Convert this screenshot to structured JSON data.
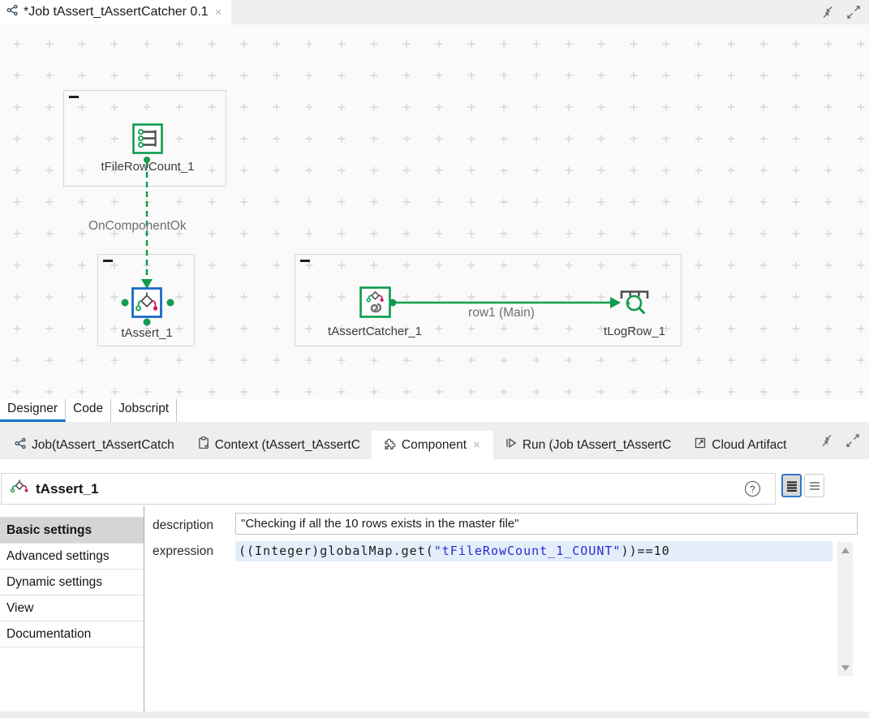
{
  "colors": {
    "talend_green": "#0e9d4e",
    "selection_blue": "#1b69c8",
    "assert_red": "#d4175a",
    "tab_underline_blue": "#1473cc",
    "string_literal_blue": "#2a2ad8"
  },
  "editor_tab": {
    "title": "*Job tAssert_tAssertCatcher 0.1",
    "close_glyph": "×"
  },
  "canvas": {
    "nodes": {
      "tfilerowcount": {
        "label": "tFileRowCount_1"
      },
      "tassert": {
        "label": "tAssert_1"
      },
      "tassertcatcher": {
        "label": "tAssertCatcher_1"
      },
      "tlogrow": {
        "label": "tLogRow_1"
      }
    },
    "links": {
      "oncomponentok": {
        "label": "OnComponentOk"
      },
      "row1": {
        "label": "row1 (Main)"
      }
    }
  },
  "view_tabs": {
    "designer": "Designer",
    "code": "Code",
    "jobscript": "Jobscript"
  },
  "panel_tabs": {
    "job": "Job(tAssert_tAssertCatch",
    "context": "Context (tAssert_tAssertC",
    "component": "Component",
    "component_close_glyph": "×",
    "run": "Run (Job tAssert_tAssertC",
    "cloud_artifact": "Cloud Artifact"
  },
  "component_panel": {
    "title": "tAssert_1",
    "help_glyph": "?",
    "sidebar": {
      "basic": "Basic settings",
      "advanced": "Advanced settings",
      "dynamic": "Dynamic settings",
      "view": "View",
      "documentation": "Documentation"
    },
    "fields": {
      "description_label": "description",
      "description_value": "\"Checking if all the 10 rows exists in the master file\"",
      "expression_label": "expression",
      "expression": {
        "prefix": "((Integer)globalMap.get(",
        "string": "\"tFileRowCount_1_COUNT\"",
        "suffix": "))==10"
      }
    }
  }
}
